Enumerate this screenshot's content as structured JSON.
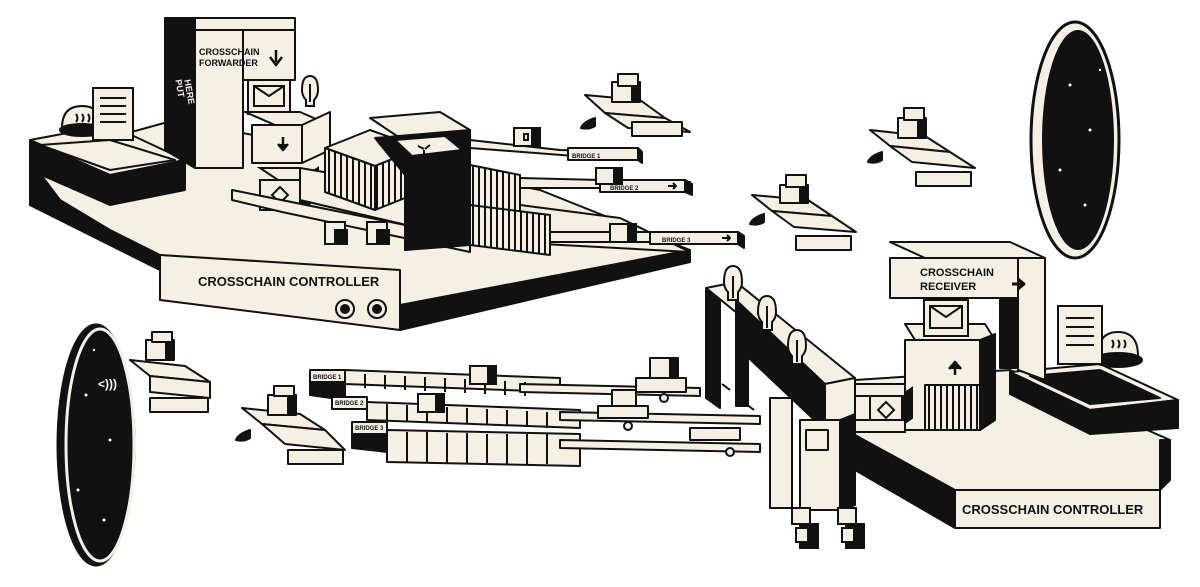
{
  "diagram": {
    "labels": {
      "forwarder_line1": "CROSSCHAIN",
      "forwarder_line2": "FORWARDER",
      "put_here_line1": "PUT",
      "put_here_line2": "HERE",
      "controller_top": "CROSSCHAIN CONTROLLER",
      "controller_bottom": "CROSSCHAIN CONTROLLER",
      "receiver_line1": "CROSSCHAIN",
      "receiver_line2": "RECEIVER",
      "top_bridge_1": "BRIDGE 1",
      "top_bridge_2": "BRIDGE 2",
      "top_bridge_3": "BRIDGE 3",
      "bottom_bridge_1": "BRIDGE 1",
      "bottom_bridge_2": "BRIDGE 2",
      "bottom_bridge_3": "BRIDGE 3"
    },
    "colors": {
      "ink": "#111111",
      "paper": "#f6f0e4",
      "background": "#ffffff"
    },
    "icons": [
      "portal-icon",
      "rocket-icon",
      "package-icon",
      "envelope-icon",
      "lightbulb-icon",
      "document-icon",
      "robot-head-icon",
      "diamond-icon",
      "arrow-icon"
    ]
  }
}
